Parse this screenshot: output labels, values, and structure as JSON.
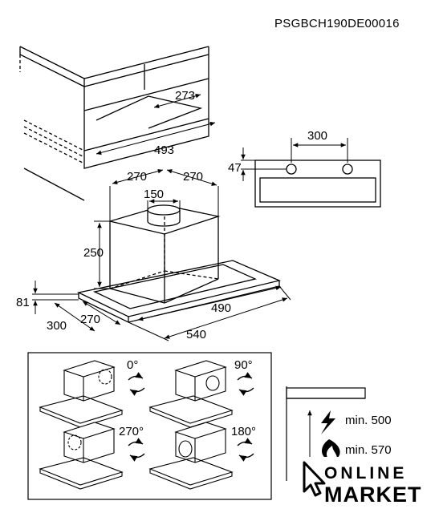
{
  "doc_code": "PSGBCH190DE00016",
  "cabinet": {
    "depth": "273",
    "width": "493"
  },
  "front_view": {
    "spacing": "300",
    "offset": "47"
  },
  "hood": {
    "top_left": "270",
    "top_right": "270",
    "collar": "150",
    "height": "250",
    "base_height": "81",
    "base_depth_outer": "300",
    "base_depth_inner": "270",
    "base_width_inner": "490",
    "base_width_outer": "540"
  },
  "rotations": [
    "0°",
    "90°",
    "270°",
    "180°"
  ],
  "clearance": {
    "electric": "min. 500",
    "gas": "min. 570"
  },
  "watermark": {
    "line1": "ONLINE",
    "line2": "MARKET"
  },
  "icons": {
    "rotate": "rotate-arrows-icon",
    "electric": "lightning-icon",
    "gas": "flame-icon",
    "cursor": "cursor-icon"
  }
}
